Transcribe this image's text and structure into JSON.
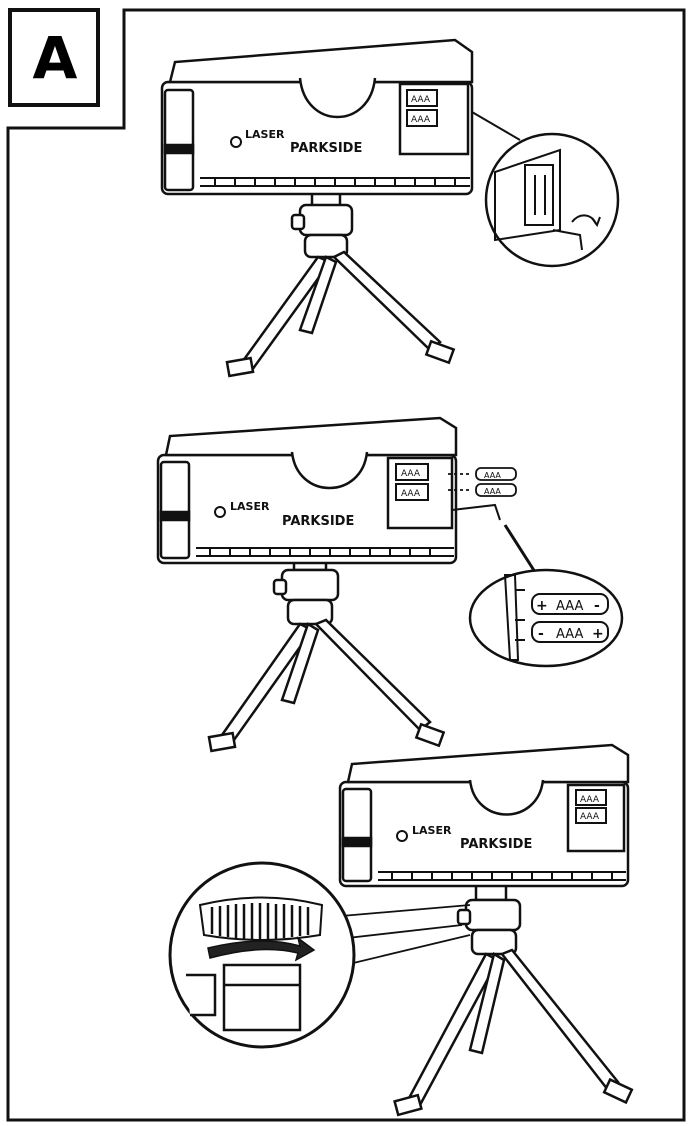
{
  "figure": {
    "label": "A",
    "step1": {
      "laser": "LASER",
      "brand": "PARKSIDE",
      "battery_top": "AAA",
      "battery_bottom": "AAA"
    },
    "step2": {
      "laser": "LASER",
      "brand": "PARKSIDE",
      "battery_top": "AAA",
      "battery_bottom": "AAA",
      "loose_top": "AAA",
      "loose_bottom": "AAA",
      "zoom_top": "AAA",
      "zoom_bottom": "AAA",
      "zoom_top_plus": "+",
      "zoom_top_minus": "-",
      "zoom_bottom_minus": "-",
      "zoom_bottom_plus": "+"
    },
    "step3": {
      "laser": "LASER",
      "brand": "PARKSIDE",
      "battery_top": "AAA",
      "battery_bottom": "AAA"
    }
  }
}
